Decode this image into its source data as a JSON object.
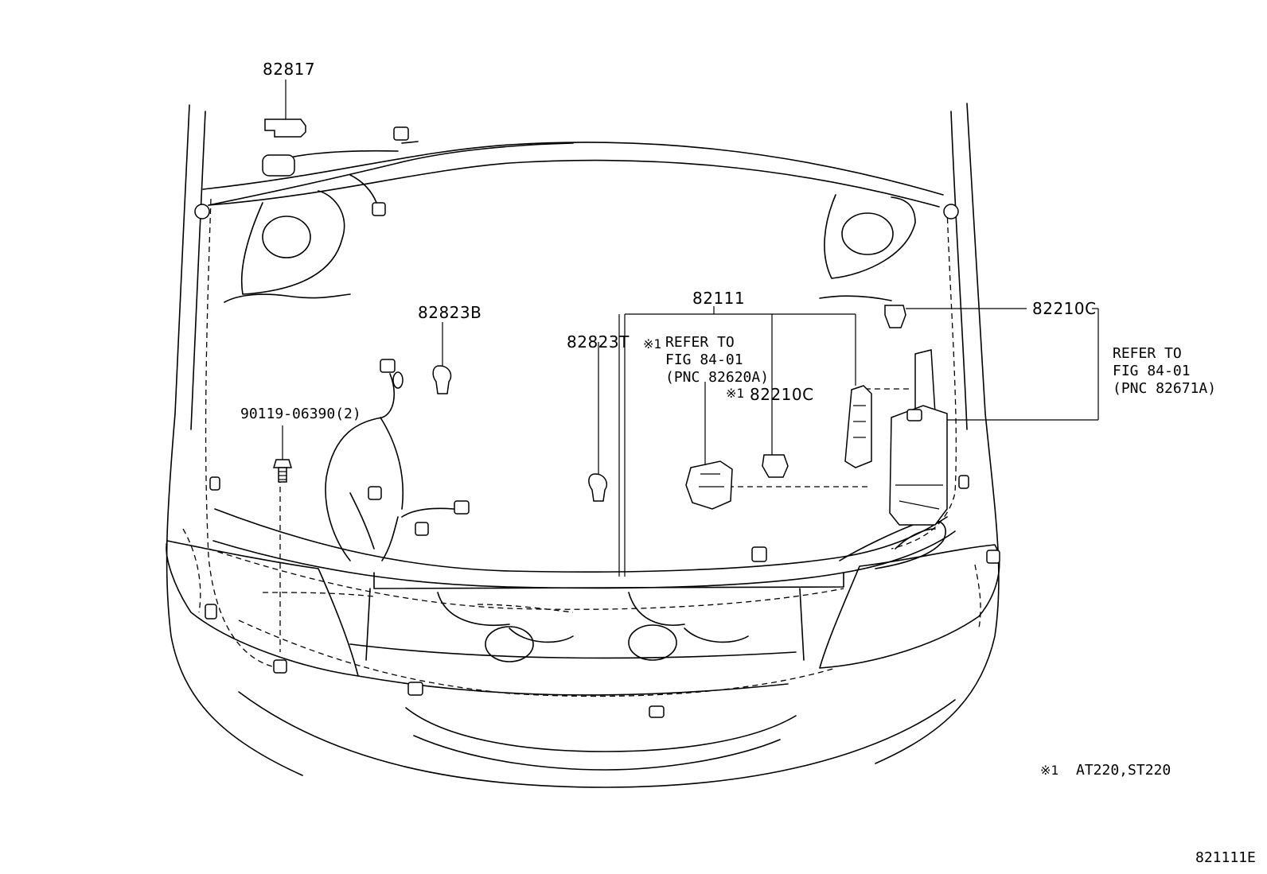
{
  "diagram": {
    "parts": [
      {
        "id": "p82817",
        "label": "82817"
      },
      {
        "id": "p82823B",
        "label": "82823B"
      },
      {
        "id": "p82111",
        "label": "82111"
      },
      {
        "id": "p82823T",
        "label": "82823T"
      },
      {
        "id": "p82210C_right",
        "label": "82210C"
      },
      {
        "id": "p82210C_mid",
        "label": "82210C"
      },
      {
        "id": "p90119",
        "label": "90119-06390(2)"
      }
    ],
    "notes": {
      "mark1": "※1",
      "ref1": [
        "REFER TO",
        "FIG 84-01",
        "(PNC 82620A)"
      ],
      "ref2": [
        "REFER TO",
        "FIG 84-01",
        "(PNC 82671A)"
      ],
      "footnote": "AT220,ST220",
      "figure_code": "821111E"
    }
  }
}
